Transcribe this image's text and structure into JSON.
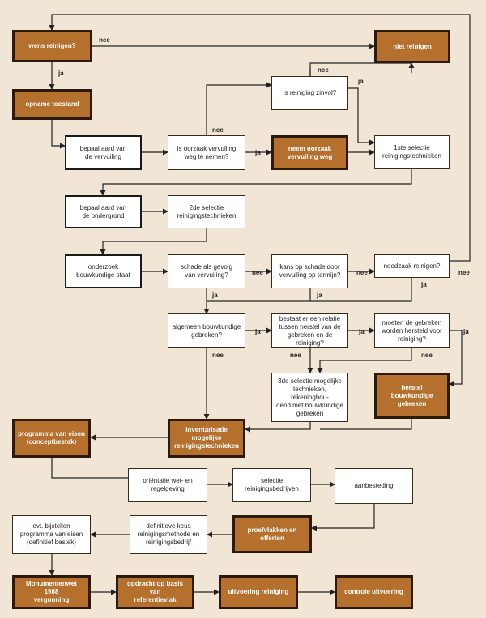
{
  "nodes": {
    "n1": {
      "text": "wens reinigen?",
      "style": "b"
    },
    "n2": {
      "text": "niet reinigen",
      "style": "b"
    },
    "n3": {
      "text": "opname toestand",
      "style": "b"
    },
    "n4": {
      "text": "is reiniging zinvol?",
      "style": "w"
    },
    "n5": {
      "text": "bepaal aard van\nde vervuiling",
      "style": "wk"
    },
    "n6": {
      "text": "is oorzaak vervuiling\nweg te nemen?",
      "style": "w"
    },
    "n7": {
      "text": "neem oorzaak\nvervuiling weg",
      "style": "b"
    },
    "n8": {
      "text": "1ste selectie\nreinigingstechnieken",
      "style": "w"
    },
    "n9": {
      "text": "bepaal aard van\nde ondergrond",
      "style": "wk"
    },
    "n10": {
      "text": "2de selectie\nreinigingstechnieken",
      "style": "w"
    },
    "n11": {
      "text": "onderzoek\nbouwkundige staat",
      "style": "wk"
    },
    "n12": {
      "text": "schade als gevolg\nvan vervuiling?",
      "style": "w"
    },
    "n13": {
      "text": "kans op schade door\nvervuiling op termijn?",
      "style": "w"
    },
    "n14": {
      "text": "noodzaak reinigen?",
      "style": "w"
    },
    "n15": {
      "text": "algemeen bouwkundige\ngebreken?",
      "style": "w"
    },
    "n16": {
      "text": "bestaat er een relatie\ntussen herstel van de\ngebreken en de reiniging?",
      "style": "w"
    },
    "n17": {
      "text": "moeten de gebreken\nworden hersteld voor\nreiniging?",
      "style": "w"
    },
    "n18": {
      "text": "3de selectie mogelijke\ntechnieken, rekeninghou-\ndend met bouwkundige\ngebreken",
      "style": "w"
    },
    "n19": {
      "text": "herstel bouwkundige\ngebreken",
      "style": "b"
    },
    "n20": {
      "text": "programma van eisen\n(conceptbestek)",
      "style": "b"
    },
    "n21": {
      "text": "inventarisatie mogelijke\nreinigingstechnieken",
      "style": "b"
    },
    "n22": {
      "text": "oriëntatie wet- en\nregelgeving",
      "style": "w"
    },
    "n23": {
      "text": "selectie\nreinigingsbedrijven",
      "style": "w"
    },
    "n24": {
      "text": "aanbesteding",
      "style": "w"
    },
    "n25": {
      "text": "evt. bijstellen\nprogramma van eisen\n(definitief bestek)",
      "style": "w"
    },
    "n26": {
      "text": "definitieve keus\nreinigingsmethode en\nreinigingsbedrijf",
      "style": "w"
    },
    "n27": {
      "text": "proefvlakken en\nofferten",
      "style": "b"
    },
    "n28": {
      "text": "Monumentenwet 1988\nvergunning",
      "style": "b"
    },
    "n29": {
      "text": "opdracht op basis van\nreferentievlak",
      "style": "b"
    },
    "n30": {
      "text": "uitvoering reiniging",
      "style": "b"
    },
    "n31": {
      "text": "controle uitvoering",
      "style": "b"
    }
  },
  "labels": {
    "l1": "nee",
    "l2": "ja",
    "l3": "nee",
    "l4": "ja",
    "l5": "nee",
    "l6": "ja",
    "l7": "nee",
    "l8": "nee",
    "l9": "nee",
    "l10": "nee",
    "l11": "ja",
    "l12": "ja",
    "l13": "ja",
    "l14": "ja",
    "l15": "ja",
    "l16": "nee",
    "l17": "nee",
    "l18": "nee",
    "l19": "ja"
  }
}
